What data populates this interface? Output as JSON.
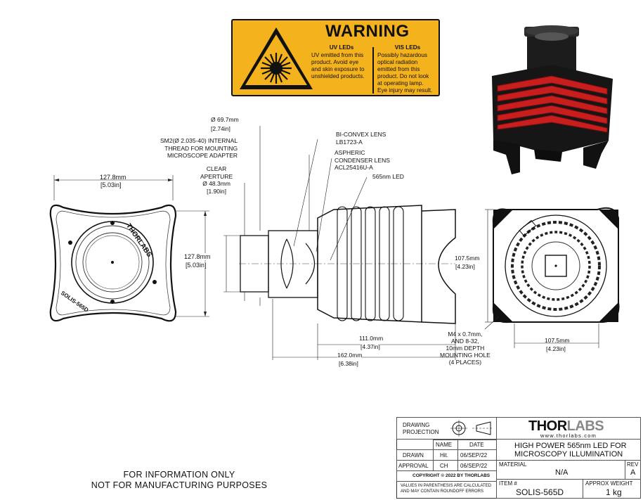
{
  "warning": {
    "title": "WARNING",
    "uv_heading": "UV LEDs",
    "uv_lines": [
      "UV emitted from this",
      "product. Avoid eye",
      "and skin exposure to",
      "unshielded products."
    ],
    "vis_heading": "VIS LEDs",
    "vis_lines": [
      "Possibly hazardous",
      "optical radiation",
      "emitted from this",
      "product. Do not look",
      "at operating lamp.",
      "Eye injury may result."
    ]
  },
  "front_view": {
    "width_mm": "127.8mm",
    "width_in": "[5.03in]",
    "height_mm": "127.8mm",
    "height_in": "[5.03in]",
    "brand_mark": "THORLABS",
    "model_mark": "SOLIS-565D"
  },
  "side_view": {
    "thread_lines": [
      "SM2(Ø 2.035-40) INTERNAL",
      "THREAD FOR MOUNTING",
      "MICROSCOPE ADAPTER"
    ],
    "dia_outer_mm": "Ø 69.7mm",
    "dia_outer_in": "[2.74in]",
    "aperture_lines": [
      "CLEAR",
      "APERTURE"
    ],
    "aperture_mm": "Ø 48.3mm",
    "aperture_in": "[1.90in]",
    "biconvex_lines": [
      "BI-CONVEX LENS",
      "LB1723-A"
    ],
    "aspheric_lines": [
      "ASPHERIC",
      "CONDENSER LENS",
      "ACL25416U-A"
    ],
    "led_label": "565nm LED",
    "len_a_mm": "111.0mm",
    "len_a_in": "[4.37in]",
    "len_b_mm": "162.0mm",
    "len_b_in": "[6.38in]"
  },
  "back_view": {
    "height_mm": "107.5mm",
    "height_in": "[4.23in]",
    "width_mm": "107.5mm",
    "width_in": "[4.23in]",
    "hole_lines": [
      "M4 x 0.7mm,",
      "AND 8-32,",
      "10mm DEPTH",
      "MOUNTING HOLE",
      "(4 PLACES)"
    ]
  },
  "notice": {
    "line1": "FOR INFORMATION ONLY",
    "line2": "NOT FOR MANUFACTURING PURPOSES"
  },
  "title_block": {
    "projection_label_1": "DRAWING",
    "projection_label_2": "PROJECTION",
    "col_name": "NAME",
    "col_date": "DATE",
    "row_drawn": "DRAWN",
    "drawn_name": "Hit.",
    "drawn_date": "06/SEP/22",
    "row_approval": "APPROVAL",
    "approval_name": "CH",
    "approval_date": "06/SEP/22",
    "copyright": "COPYRIGHT © 2022 BY THORLABS",
    "disclaimer_1": "VALUES IN PARENTHESIS ARE CALCULATED",
    "disclaimer_2": "AND MAY CONTAIN ROUNDOFF ERRORS",
    "logo_dark": "THOR",
    "logo_light": "LABS",
    "website": "www.thorlabs.com",
    "title_1": "HIGH POWER 565nm LED FOR",
    "title_2": "MICROSCOPY ILLUMINATION",
    "material_label": "MATERIAL",
    "material_value": "N/A",
    "rev_label": "REV",
    "rev_value": "A",
    "item_label": "ITEM #",
    "item_value": "SOLIS-565D",
    "weight_label": "APPROX WEIGHT",
    "weight_value": "1 kg"
  },
  "colors": {
    "warning_yellow": "#f4b21c",
    "heatsink_red": "#c81e1e",
    "body_black": "#1a1a1a"
  }
}
